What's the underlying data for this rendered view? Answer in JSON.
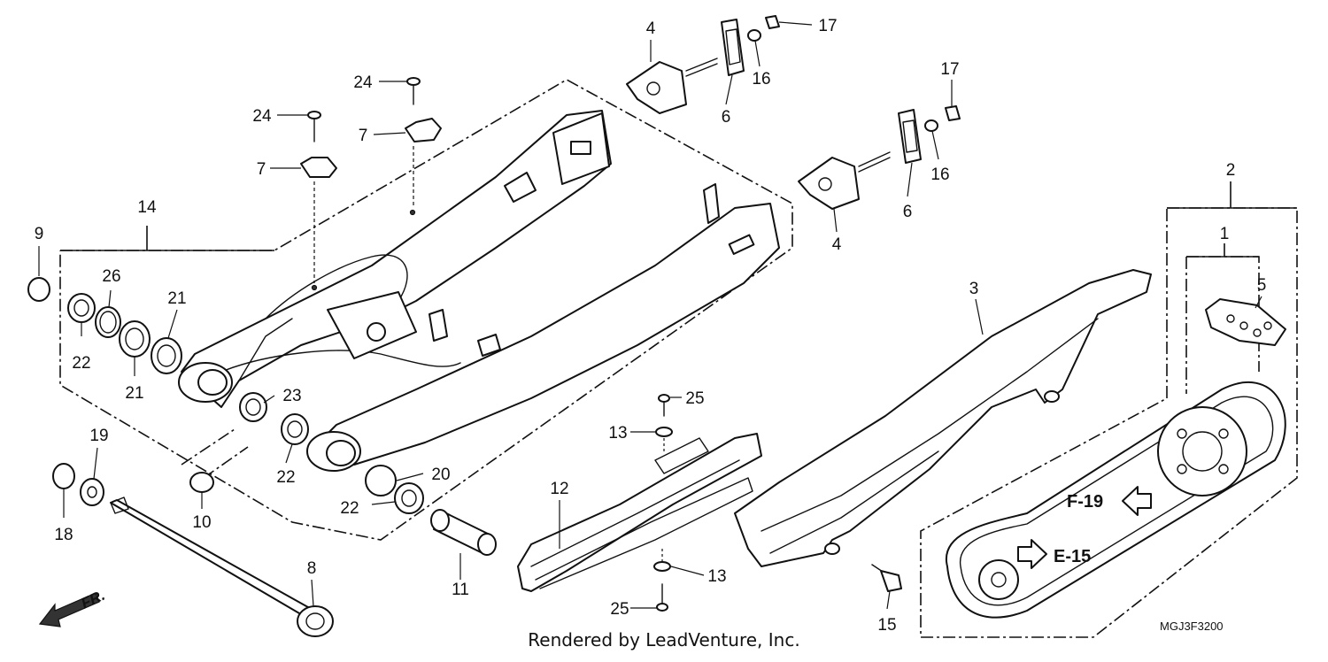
{
  "diagram": {
    "callouts": {
      "c1": "1",
      "c2": "2",
      "c3": "3",
      "c4a": "4",
      "c4b": "4",
      "c5": "5",
      "c6a": "6",
      "c6b": "6",
      "c7a": "7",
      "c7b": "7",
      "c8": "8",
      "c9": "9",
      "c10": "10",
      "c11": "11",
      "c12": "12",
      "c13a": "13",
      "c13b": "13",
      "c14": "14",
      "c15": "15",
      "c16a": "16",
      "c16b": "16",
      "c17a": "17",
      "c17b": "17",
      "c18": "18",
      "c19": "19",
      "c20": "20",
      "c21a": "21",
      "c21b": "21",
      "c22a": "22",
      "c22b": "22",
      "c22c": "22",
      "c23": "23",
      "c24a": "24",
      "c24b": "24",
      "c25a": "25",
      "c25b": "25",
      "c26": "26"
    },
    "refs": {
      "f19": "F-19",
      "e15": "E-15"
    },
    "front_arrow": "FR.",
    "drawing_code": "MGJ3F3200",
    "credit": "Rendered by LeadVenture, Inc."
  }
}
